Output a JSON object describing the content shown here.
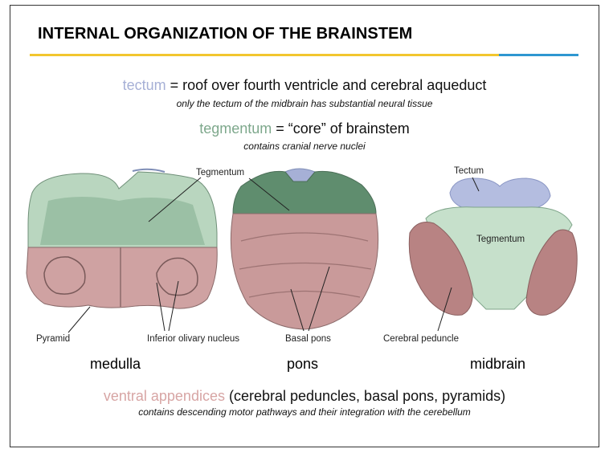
{
  "title": "INTERNAL ORGANIZATION OF THE BRAINSTEM",
  "colors": {
    "tectum": "#a6b0d6",
    "tegmentum": "#7ea88c",
    "ventral": "#d7a5a4",
    "rule_yellow": "#f2c62e",
    "rule_blue": "#2e97d1"
  },
  "tectum_line": {
    "term": "tectum",
    "definition": " = roof over fourth ventricle and cerebral aqueduct",
    "note": "only the tectum of the midbrain has substantial neural tissue"
  },
  "tegmentum_line": {
    "term": "tegmentum",
    "definition": " = “core” of brainstem",
    "note": "contains cranial nerve nuclei"
  },
  "ventral_line": {
    "term": "ventral appendices",
    "definition": " (cerebral peduncles, basal pons, pyramids)",
    "note": "contains descending motor pathways and their integration with the cerebellum"
  },
  "figure_labels": {
    "tegmentum_top": "Tegmentum",
    "tectum": "Tectum",
    "tegmentum_mid": "Tegmentum",
    "pyramid": "Pyramid",
    "inferior_olivary": "Inferior olivary nucleus",
    "basal_pons": "Basal pons",
    "cerebral_peduncle": "Cerebral peduncle"
  },
  "sections": {
    "medulla": "medulla",
    "pons": "pons",
    "midbrain": "midbrain"
  }
}
